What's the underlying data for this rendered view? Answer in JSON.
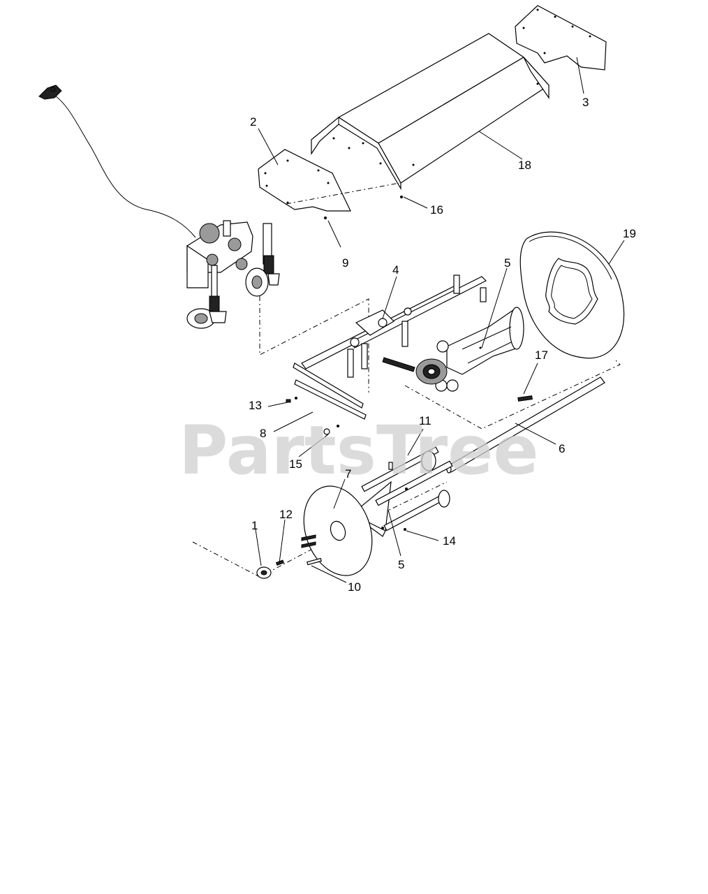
{
  "watermark": "PartsTree",
  "callouts": {
    "c1": "1",
    "c2": "2",
    "c3": "3",
    "c4": "4",
    "c5a": "5",
    "c5b": "5",
    "c6": "6",
    "c7": "7",
    "c8": "8",
    "c9": "9",
    "c10": "10",
    "c11": "11",
    "c12": "12",
    "c13": "13",
    "c14": "14",
    "c15": "15",
    "c16": "16",
    "c17": "17",
    "c18": "18",
    "c19": "19"
  }
}
